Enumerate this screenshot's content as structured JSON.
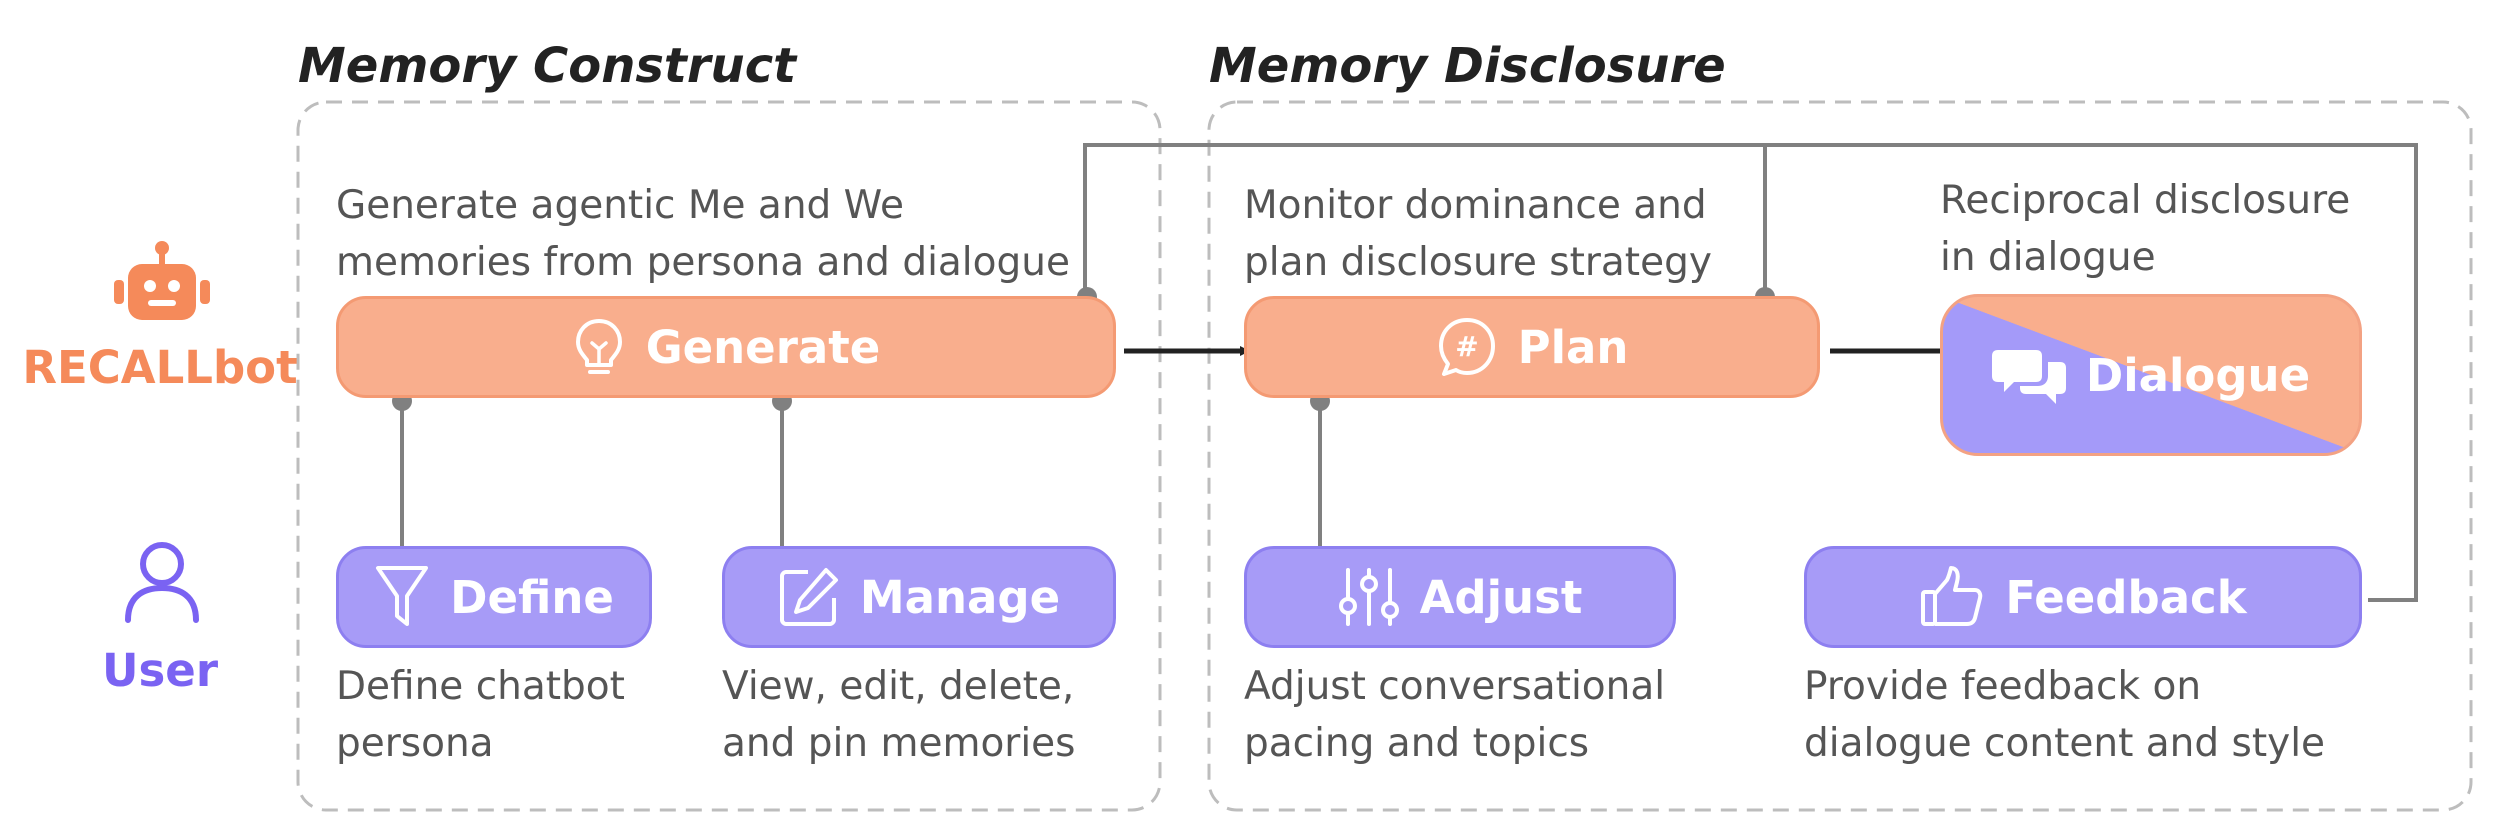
{
  "sections": {
    "construct_title": "Memory Construct",
    "disclosure_title": "Memory Disclosure"
  },
  "roles": {
    "bot_label": "RECALLbot",
    "user_label": "User"
  },
  "nodes": {
    "generate": {
      "label": "Generate",
      "icon": "lightbulb-icon"
    },
    "plan": {
      "label": "Plan",
      "icon": "hashtag-chat-icon"
    },
    "dialogue": {
      "label": "Dialogue",
      "icon": "chat-bubbles-icon"
    },
    "define": {
      "label": "Define",
      "icon": "funnel-icon"
    },
    "manage": {
      "label": "Manage",
      "icon": "edit-icon"
    },
    "adjust": {
      "label": "Adjust",
      "icon": "sliders-icon"
    },
    "feedback": {
      "label": "Feedback",
      "icon": "thumbs-up-icon"
    }
  },
  "descriptions": {
    "generate": [
      "Generate agentic Me and We",
      "memories from persona and dialogue"
    ],
    "plan": [
      "Monitor dominance and",
      "plan disclosure strategy"
    ],
    "dialogue": [
      "Reciprocal disclosure",
      "in dialogue"
    ],
    "define": [
      "Define chatbot",
      "persona"
    ],
    "manage": [
      "View, edit, delete,",
      "and pin memories"
    ],
    "adjust": [
      "Adjust conversational",
      "pacing and topics"
    ],
    "feedback": [
      "Provide feedback on",
      "dialogue content and style"
    ]
  },
  "colors": {
    "bot_orange": "#f58a5a",
    "node_orange": "#f9ae8d",
    "user_purple": "#7a63f2",
    "node_purple": "#a79bf7",
    "connector_gray": "#808080",
    "dashed_gray": "#bdbdbd",
    "arrow_dark": "#222222"
  }
}
